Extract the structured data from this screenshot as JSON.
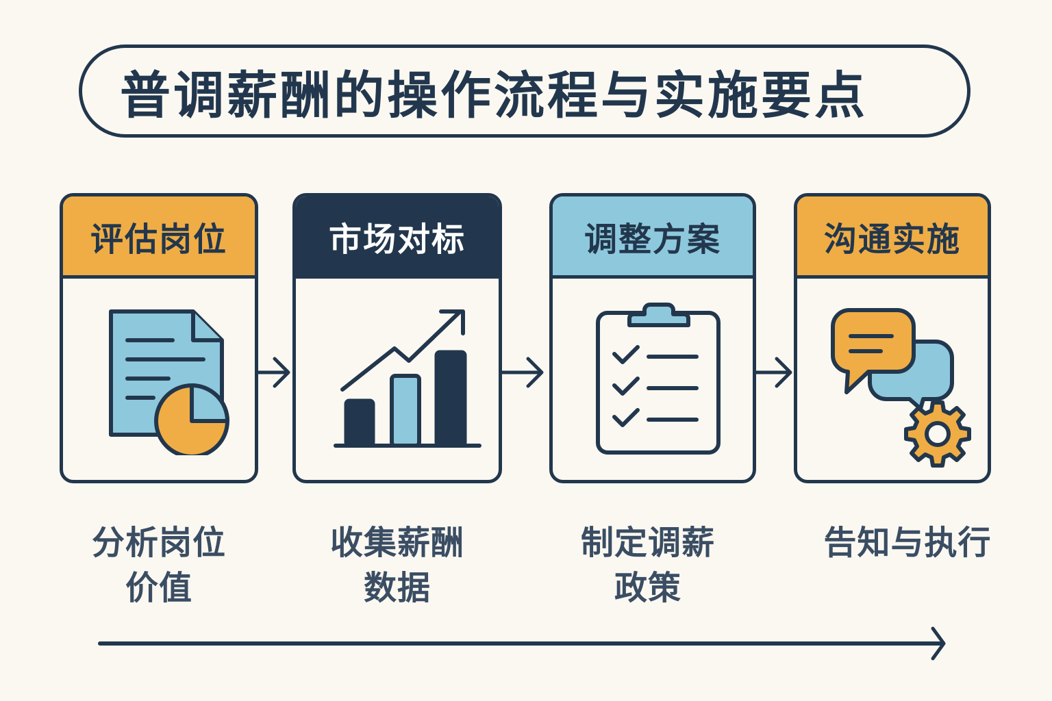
{
  "title": "普调薪酬的操作流程与实施要点",
  "colors": {
    "background": "#fbf8f1",
    "navy": "#22374d",
    "orange": "#f0ad45",
    "light_blue": "#8ec8dc",
    "text": "#3a4d63"
  },
  "steps": [
    {
      "header": "评估岗位",
      "header_color": "#f0ad45",
      "header_text_color": "#22374d",
      "icon": "document-pie-chart-icon",
      "description_line1": "分析岗位",
      "description_line2": "价值"
    },
    {
      "header": "市场对标",
      "header_color": "#22374d",
      "header_text_color": "#ffffff",
      "icon": "bar-chart-trend-icon",
      "description_line1": "收集薪酬",
      "description_line2": "数据"
    },
    {
      "header": "调整方案",
      "header_color": "#8ec8dc",
      "header_text_color": "#22374d",
      "icon": "clipboard-checklist-icon",
      "description_line1": "制定调薪",
      "description_line2": "政策"
    },
    {
      "header": "沟通实施",
      "header_color": "#f0ad45",
      "header_text_color": "#22374d",
      "icon": "chat-gear-icon",
      "description_line1": "告知与执行",
      "description_line2": ""
    }
  ],
  "connectors": [
    "arrow-right-icon",
    "arrow-right-icon",
    "arrow-right-icon"
  ],
  "timeline": "long-arrow-right-icon"
}
